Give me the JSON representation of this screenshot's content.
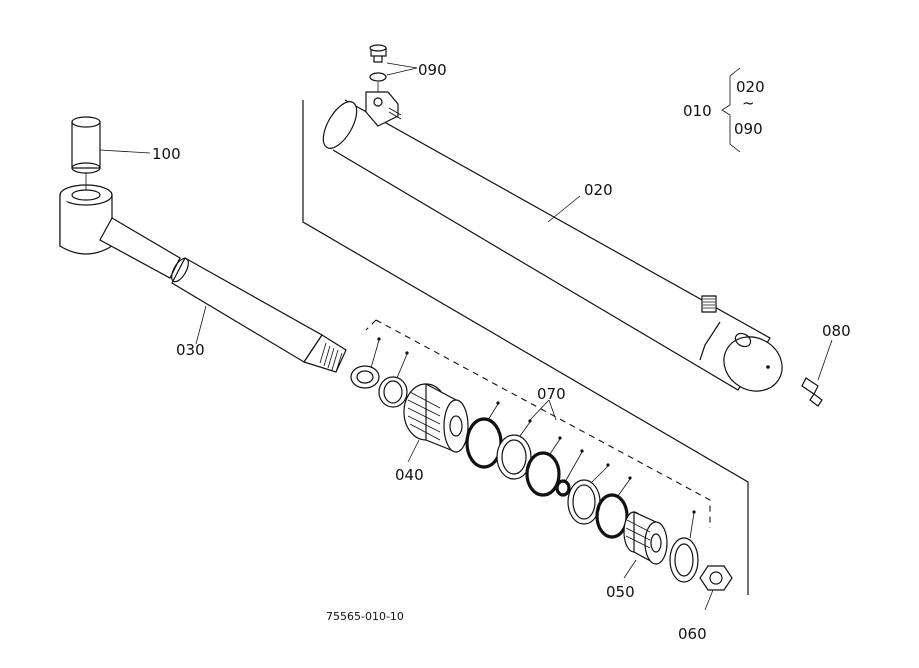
{
  "labels": {
    "p010": "010",
    "p020": "020",
    "p020_range_start": "020",
    "p020_range_tilde": "~",
    "p090_range_end": "090",
    "p030": "030",
    "p040": "040",
    "p050": "050",
    "p060": "060",
    "p070": "070",
    "p080": "080",
    "p090": "090",
    "p100": "100"
  },
  "figure_code": "75565-010-10"
}
